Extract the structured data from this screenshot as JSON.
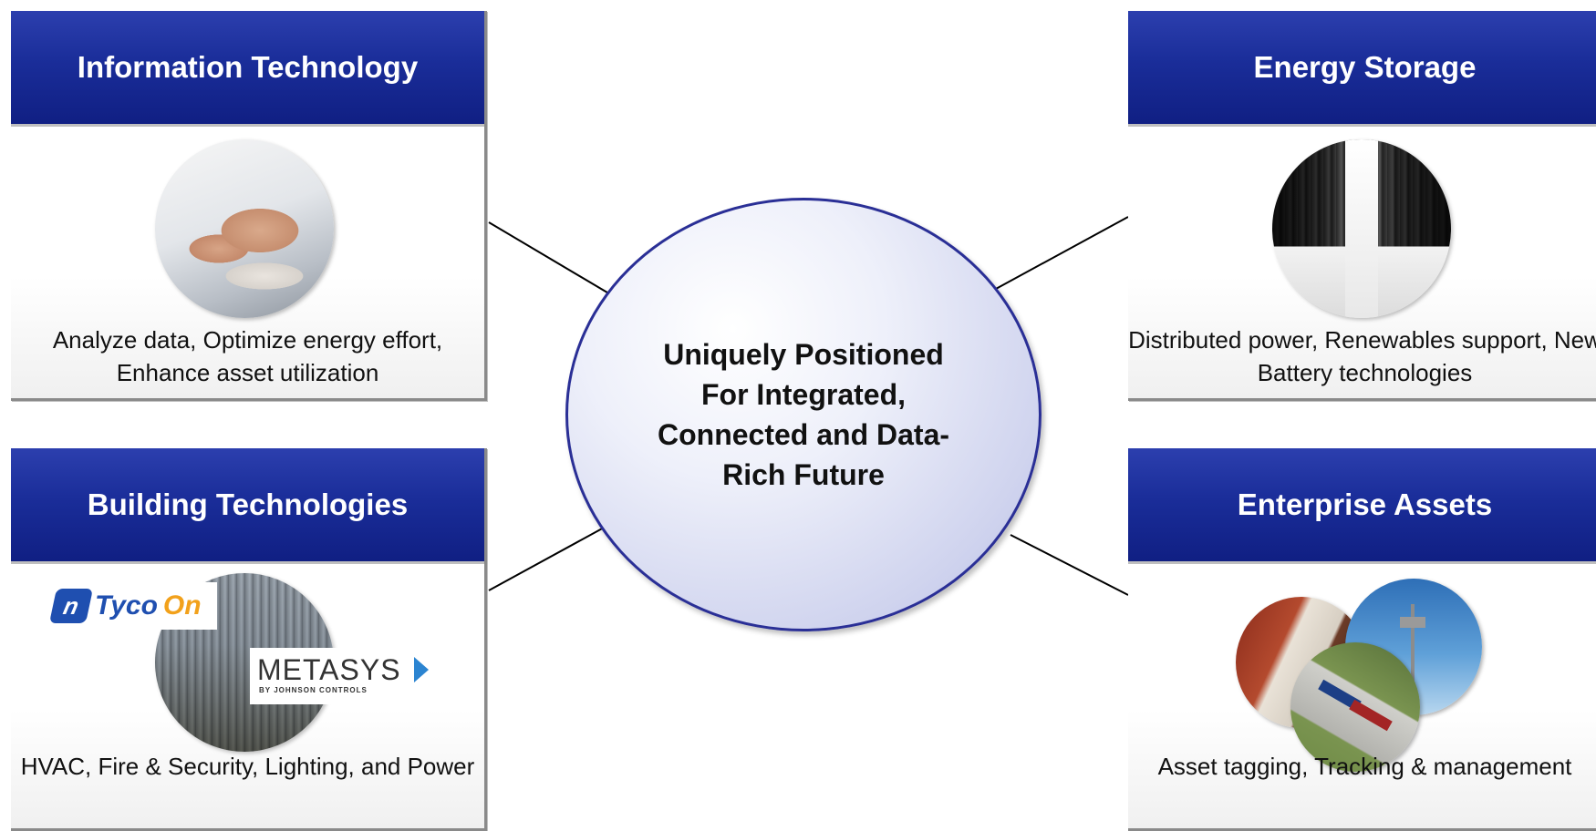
{
  "center": {
    "label": "Uniquely Positioned For Integrated, Connected and Data-Rich Future"
  },
  "cards": {
    "information_technology": {
      "title": "Information Technology",
      "description": "Analyze data, Optimize energy effort, Enhance asset utilization"
    },
    "energy_storage": {
      "title": "Energy Storage",
      "description": "Distributed power, Renewables support, New Battery technologies"
    },
    "building_technologies": {
      "title": "Building Technologies",
      "description": "HVAC, Fire & Security, Lighting, and Power",
      "logos": {
        "tyco_part1": "Tyco",
        "tyco_part2": "On",
        "metasys": "METASYS",
        "metasys_sub": "BY JOHNSON CONTROLS"
      }
    },
    "enterprise_assets": {
      "title": "Enterprise Assets",
      "description": "Asset tagging, Tracking & management"
    }
  },
  "colors": {
    "header_blue": "#1a2d99",
    "ellipse_border": "#2a2f96",
    "ellipse_fill": "#cfd3ee"
  }
}
